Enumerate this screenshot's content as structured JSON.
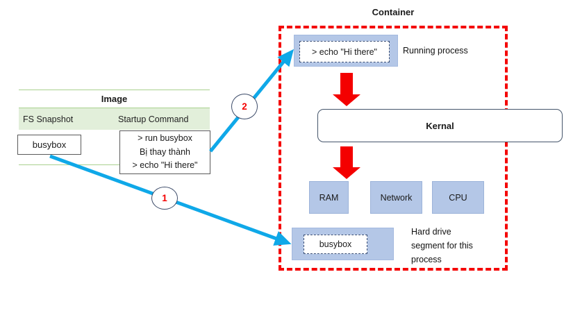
{
  "colors": {
    "arrow_blue": "#0FA8E8",
    "arrow_red": "#F40000",
    "container_border_red": "#F40505",
    "box_blue_fill": "#B4C7E7",
    "box_border_navy": "#44546A",
    "table_green_line": "#A9D18E",
    "table_green_fill": "#E2EFDA"
  },
  "image_table": {
    "title": "Image",
    "col_fs": "FS Snapshot",
    "col_startup": "Startup Command",
    "fs_value": "busybox",
    "startup_lines": [
      "> run busybox",
      "Bị thay thành",
      "> echo \"Hi there\""
    ]
  },
  "container": {
    "title": "Container",
    "process_cmd": "> echo \"Hi there\"",
    "process_label": "Running process",
    "kernel": "Kernal",
    "resources": [
      "RAM",
      "Network",
      "CPU"
    ],
    "disk_value": "busybox",
    "disk_label_lines": [
      "Hard drive",
      "segment for this",
      "process"
    ]
  },
  "badges": {
    "one": "1",
    "two": "2"
  }
}
